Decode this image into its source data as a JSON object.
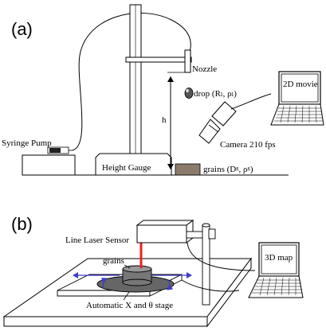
{
  "panel_a": {
    "label": "(a)",
    "nozzle": "Nozzle",
    "drop": "drop (Rₗ, ρₗ)",
    "h": "h",
    "syringe_pump": "Syringe Pump",
    "height_gauge": "Height Gauge",
    "grains": "grains (Dᵍ, ρᵍ)",
    "camera": "Camera 210 fps",
    "laptop_screen": "2D movie"
  },
  "panel_b": {
    "label": "(b)",
    "line_laser_sensor": "Line Laser Sensor",
    "grains": "grains",
    "stage": "Automatic X and θ stage",
    "laptop_screen": "3D map"
  },
  "colors": {
    "laser": "#e8231f",
    "stage_arrow": "#3d3dc8",
    "grains_fill": "#8c7b6b",
    "black": "#000000"
  }
}
